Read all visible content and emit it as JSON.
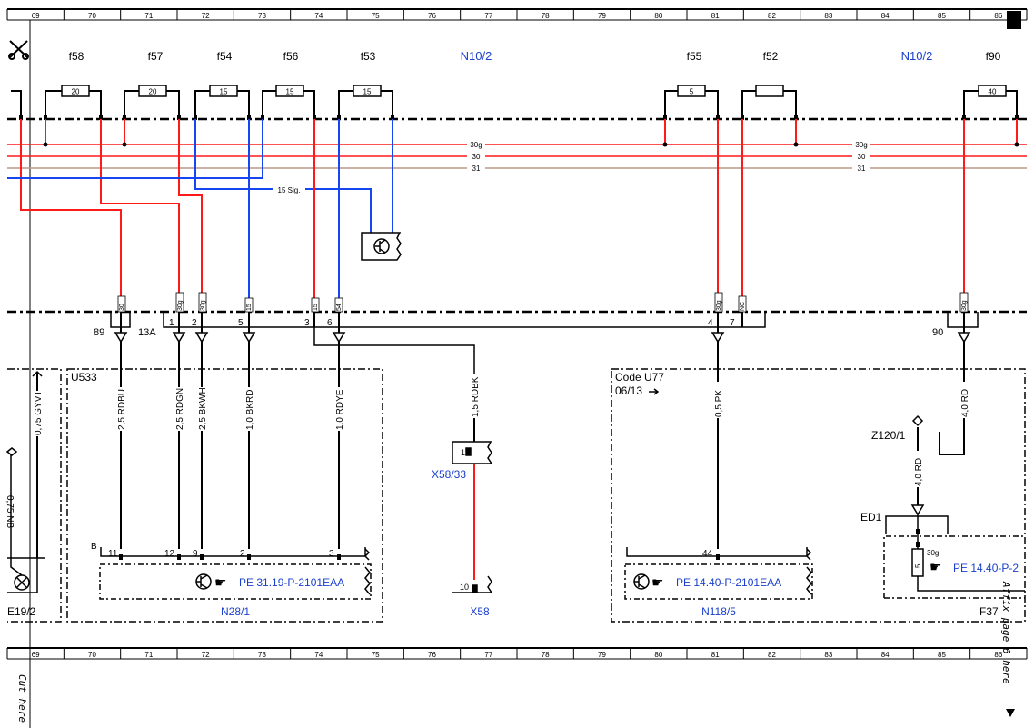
{
  "columns": [
    "69",
    "70",
    "71",
    "72",
    "73",
    "74",
    "75",
    "76",
    "77",
    "78",
    "79",
    "80",
    "81",
    "82",
    "83",
    "84",
    "85",
    "86"
  ],
  "fuses": [
    {
      "name": "f58",
      "rating": "20"
    },
    {
      "name": "f57",
      "rating": "20"
    },
    {
      "name": "f54",
      "rating": "15"
    },
    {
      "name": "f56",
      "rating": "15"
    },
    {
      "name": "f53",
      "rating": "15"
    },
    {
      "name": "f55",
      "rating": "5"
    },
    {
      "name": "f52",
      "rating": ""
    },
    {
      "name": "f90",
      "rating": "40"
    }
  ],
  "module_labels": [
    "N10/2",
    "N10/2"
  ],
  "bus_lines": {
    "a": "30g",
    "b": "30",
    "c": "31",
    "sig": "15 Sig."
  },
  "terminal_tags": [
    "30",
    "30g",
    "30g",
    "15",
    "15",
    "54",
    "30g",
    "NC",
    "30g"
  ],
  "pins": [
    "89",
    "13A",
    "1",
    "2",
    "5",
    "3",
    "6",
    "4",
    "7",
    "90"
  ],
  "wires": [
    "2,5 RDBU",
    "2,5 RDGN",
    "2,5 BKWH",
    "1,0 BKRD",
    "1,0 RDYE",
    "1,5 RDBK",
    "0,5 PK",
    "4,0 RD",
    "4,0 RD",
    "0,75 GYVT",
    "0,75 NB"
  ],
  "component_pins": [
    "B",
    "11",
    "12",
    "9",
    "2",
    "3",
    "44",
    "1",
    "10",
    "5",
    "30g"
  ],
  "components": [
    "U533",
    "Code U77",
    "06/13",
    "Z120/1",
    "ED1",
    "X58/33",
    "X58",
    "N28/1",
    "N118/5",
    "F37",
    "E19/2"
  ],
  "refs": [
    "PE 31.19-P-2101EAA",
    "PE 14.40-P-2101EAA",
    "PE 14.40-P-2"
  ],
  "margin_notes": [
    "Cut here",
    "Affix page 6 here"
  ],
  "colors": {
    "red": "#ff1a1a",
    "blue": "#1646f0",
    "brown": "#b99a86",
    "link_blue": "#1a3fcc"
  }
}
